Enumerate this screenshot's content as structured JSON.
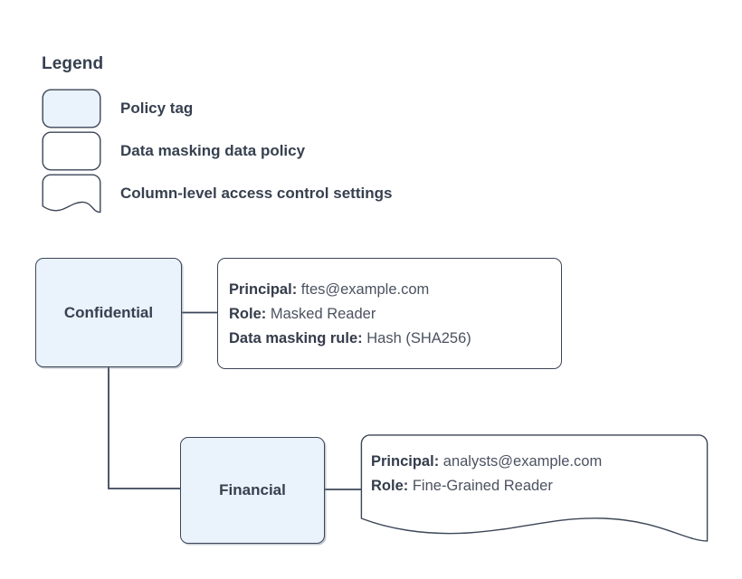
{
  "legend": {
    "title": "Legend",
    "items": [
      {
        "label": "Policy tag",
        "shape": "rounded-rect",
        "fill": "#eaf2fc",
        "icon": "policy-tag-swatch"
      },
      {
        "label": "Data masking data policy",
        "shape": "rounded-rect",
        "fill": "#ffffff",
        "icon": "data-masking-policy-swatch"
      },
      {
        "label": "Column-level access control settings",
        "shape": "document-wave",
        "fill": "#ffffff",
        "icon": "column-access-settings-swatch"
      }
    ]
  },
  "colors": {
    "node_fill": "#eaf2fc",
    "node_stroke": "#3b4657",
    "box_fill": "#ffffff",
    "text": "#36404f",
    "value_text": "#4a5260"
  },
  "diagram": {
    "nodes": [
      {
        "id": "confidential",
        "label": "Confidential",
        "type": "policy-tag"
      },
      {
        "id": "financial",
        "label": "Financial",
        "type": "policy-tag"
      }
    ],
    "details": [
      {
        "id": "confidential-policy",
        "shape": "rounded-rect",
        "attached_to": "Confidential",
        "lines": [
          {
            "key": "Principal:",
            "value": "ftes@example.com"
          },
          {
            "key": "Role:",
            "value": "Masked Reader"
          },
          {
            "key": "Data masking rule:",
            "value": "Hash (SHA256)"
          }
        ]
      },
      {
        "id": "financial-policy",
        "shape": "document-wave",
        "attached_to": "Financial",
        "lines": [
          {
            "key": "Principal:",
            "value": "analysts@example.com"
          },
          {
            "key": "Role:",
            "value": "Fine-Grained Reader"
          }
        ]
      }
    ],
    "edges": [
      {
        "from": "confidential",
        "to": "confidential-policy"
      },
      {
        "from": "confidential",
        "to": "financial"
      },
      {
        "from": "financial",
        "to": "financial-policy"
      }
    ]
  }
}
